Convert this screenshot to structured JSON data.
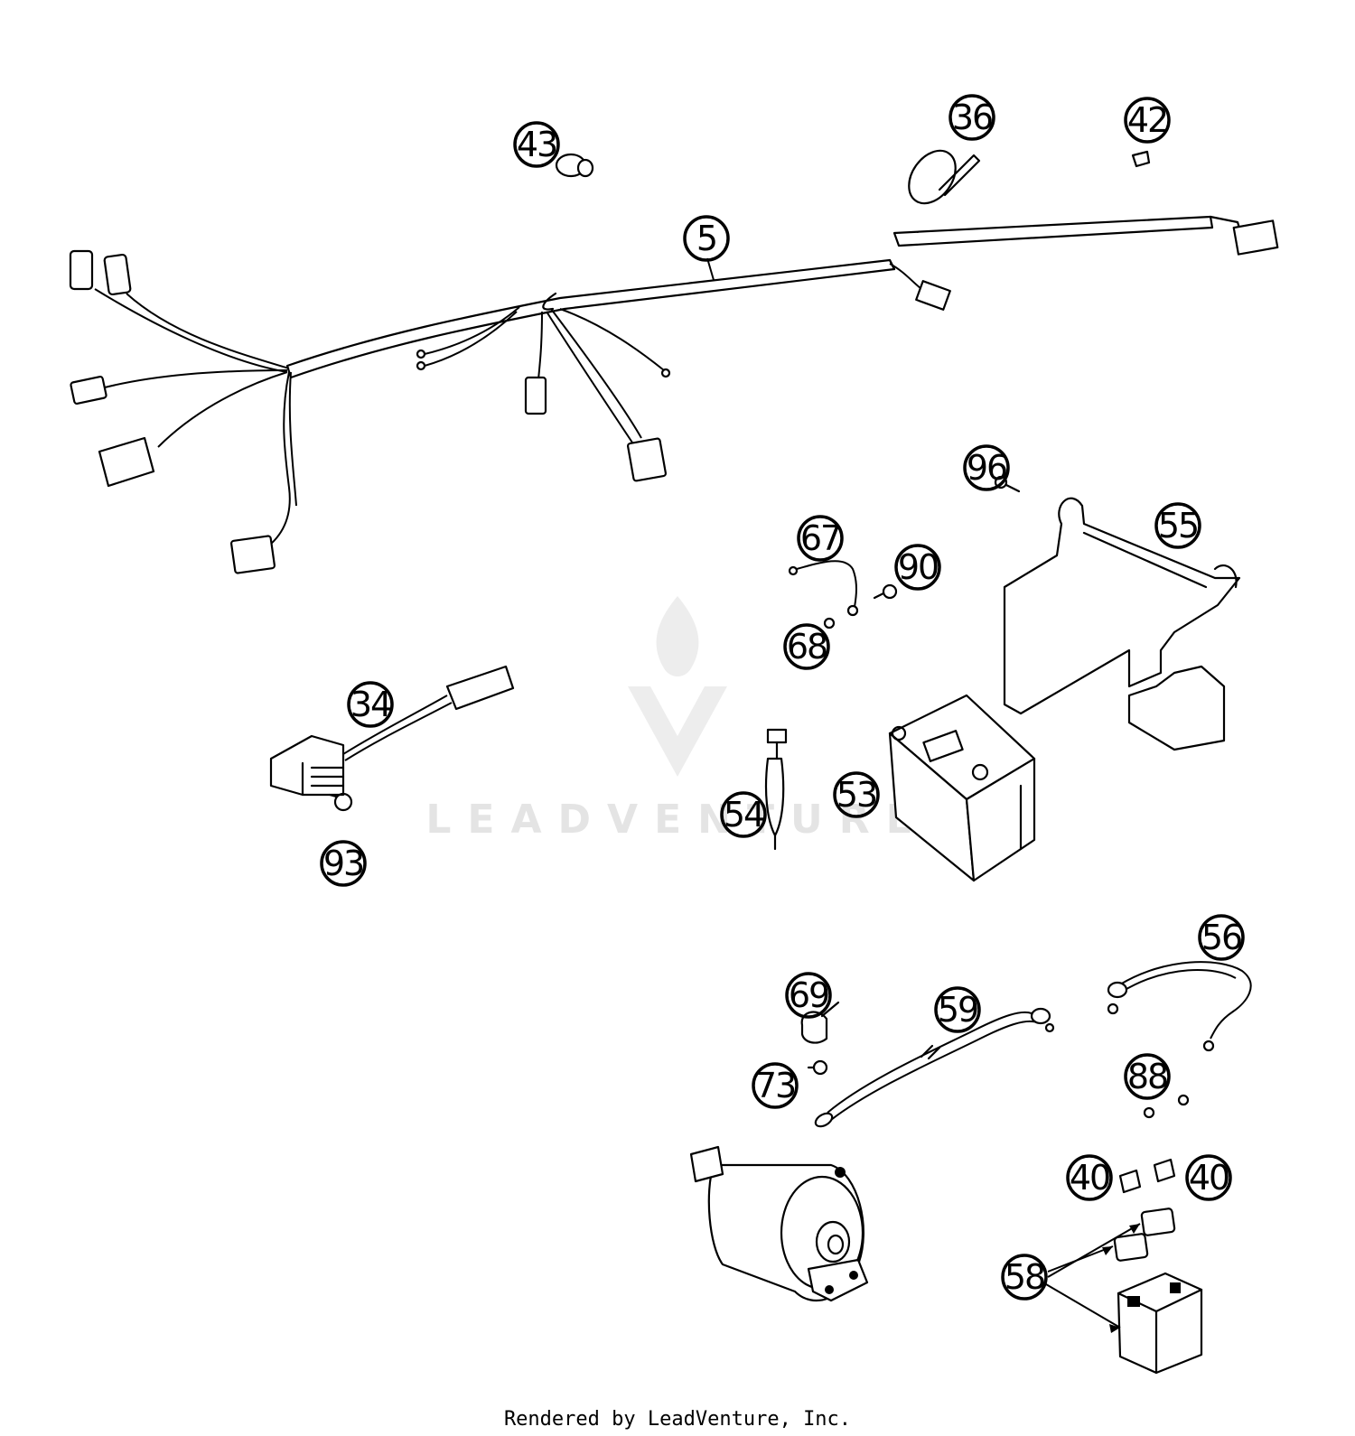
{
  "diagram": {
    "callouts": [
      {
        "id": "c5",
        "label": "5"
      },
      {
        "id": "c34",
        "label": "34"
      },
      {
        "id": "c36",
        "label": "36"
      },
      {
        "id": "c40a",
        "label": "40"
      },
      {
        "id": "c40b",
        "label": "40"
      },
      {
        "id": "c42",
        "label": "42"
      },
      {
        "id": "c43",
        "label": "43"
      },
      {
        "id": "c53",
        "label": "53"
      },
      {
        "id": "c54",
        "label": "54"
      },
      {
        "id": "c55",
        "label": "55"
      },
      {
        "id": "c56",
        "label": "56"
      },
      {
        "id": "c58",
        "label": "58"
      },
      {
        "id": "c59",
        "label": "59"
      },
      {
        "id": "c67",
        "label": "67"
      },
      {
        "id": "c68",
        "label": "68"
      },
      {
        "id": "c69",
        "label": "69"
      },
      {
        "id": "c73",
        "label": "73"
      },
      {
        "id": "c88",
        "label": "88"
      },
      {
        "id": "c90",
        "label": "90"
      },
      {
        "id": "c93",
        "label": "93"
      },
      {
        "id": "c96",
        "label": "96"
      }
    ],
    "watermark": "LEADVENTURE",
    "footer": "Rendered by LeadVenture, Inc."
  }
}
